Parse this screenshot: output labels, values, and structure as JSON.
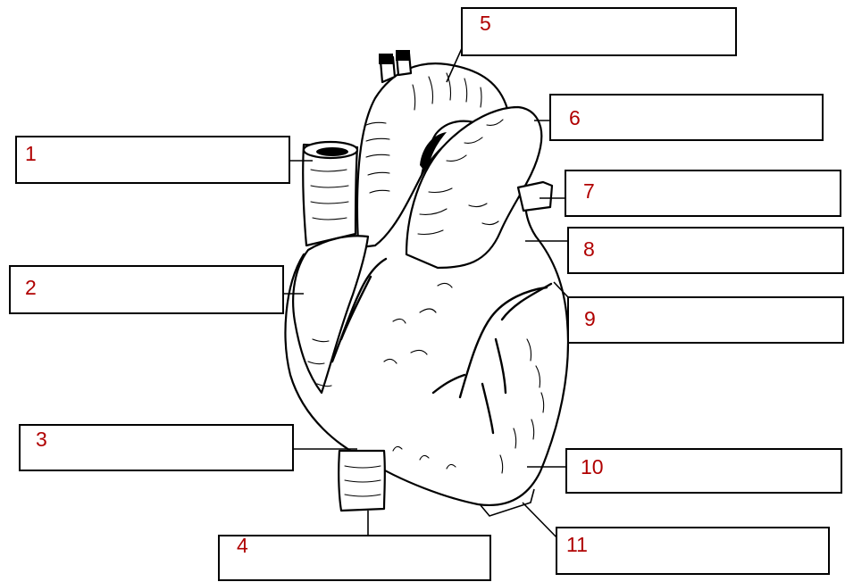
{
  "colors": {
    "number_color": "#b00000",
    "line_color": "#000000",
    "box_fill": "#ffffff"
  },
  "labels": [
    {
      "id": "label-1",
      "number": "1",
      "answer": ""
    },
    {
      "id": "label-2",
      "number": "2",
      "answer": ""
    },
    {
      "id": "label-3",
      "number": "3",
      "answer": ""
    },
    {
      "id": "label-4",
      "number": "4",
      "answer": ""
    },
    {
      "id": "label-5",
      "number": "5",
      "answer": ""
    },
    {
      "id": "label-6",
      "number": "6",
      "answer": ""
    },
    {
      "id": "label-7",
      "number": "7",
      "answer": ""
    },
    {
      "id": "label-8",
      "number": "8",
      "answer": ""
    },
    {
      "id": "label-9",
      "number": "9",
      "answer": ""
    },
    {
      "id": "label-10",
      "number": "10",
      "answer": ""
    },
    {
      "id": "label-11",
      "number": "11",
      "answer": ""
    }
  ]
}
